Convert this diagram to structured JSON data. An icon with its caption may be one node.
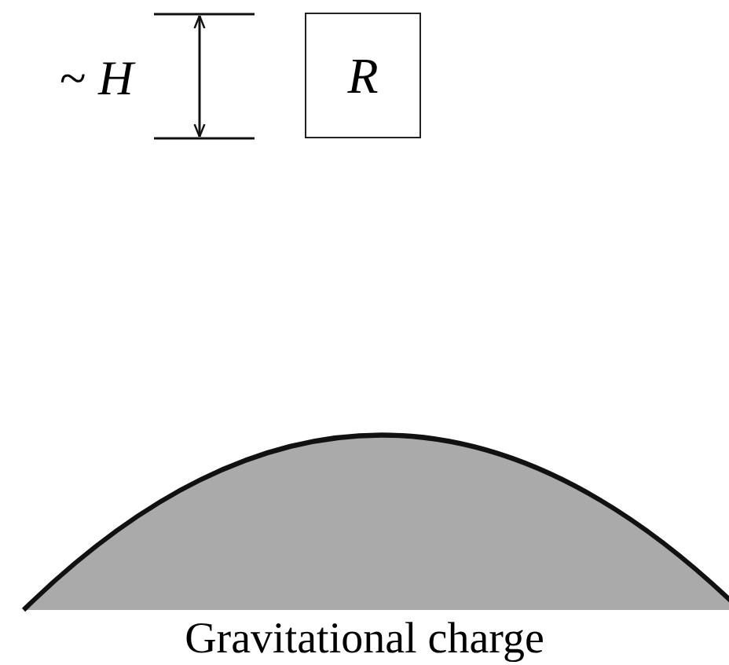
{
  "diagram": {
    "nodes": [
      {
        "text": [
          "R"
        ]
      },
      {
        "text": [
          "Gravitational charge"
        ]
      }
    ],
    "labels": [
      "~ *H*"
    ]
  }
}
